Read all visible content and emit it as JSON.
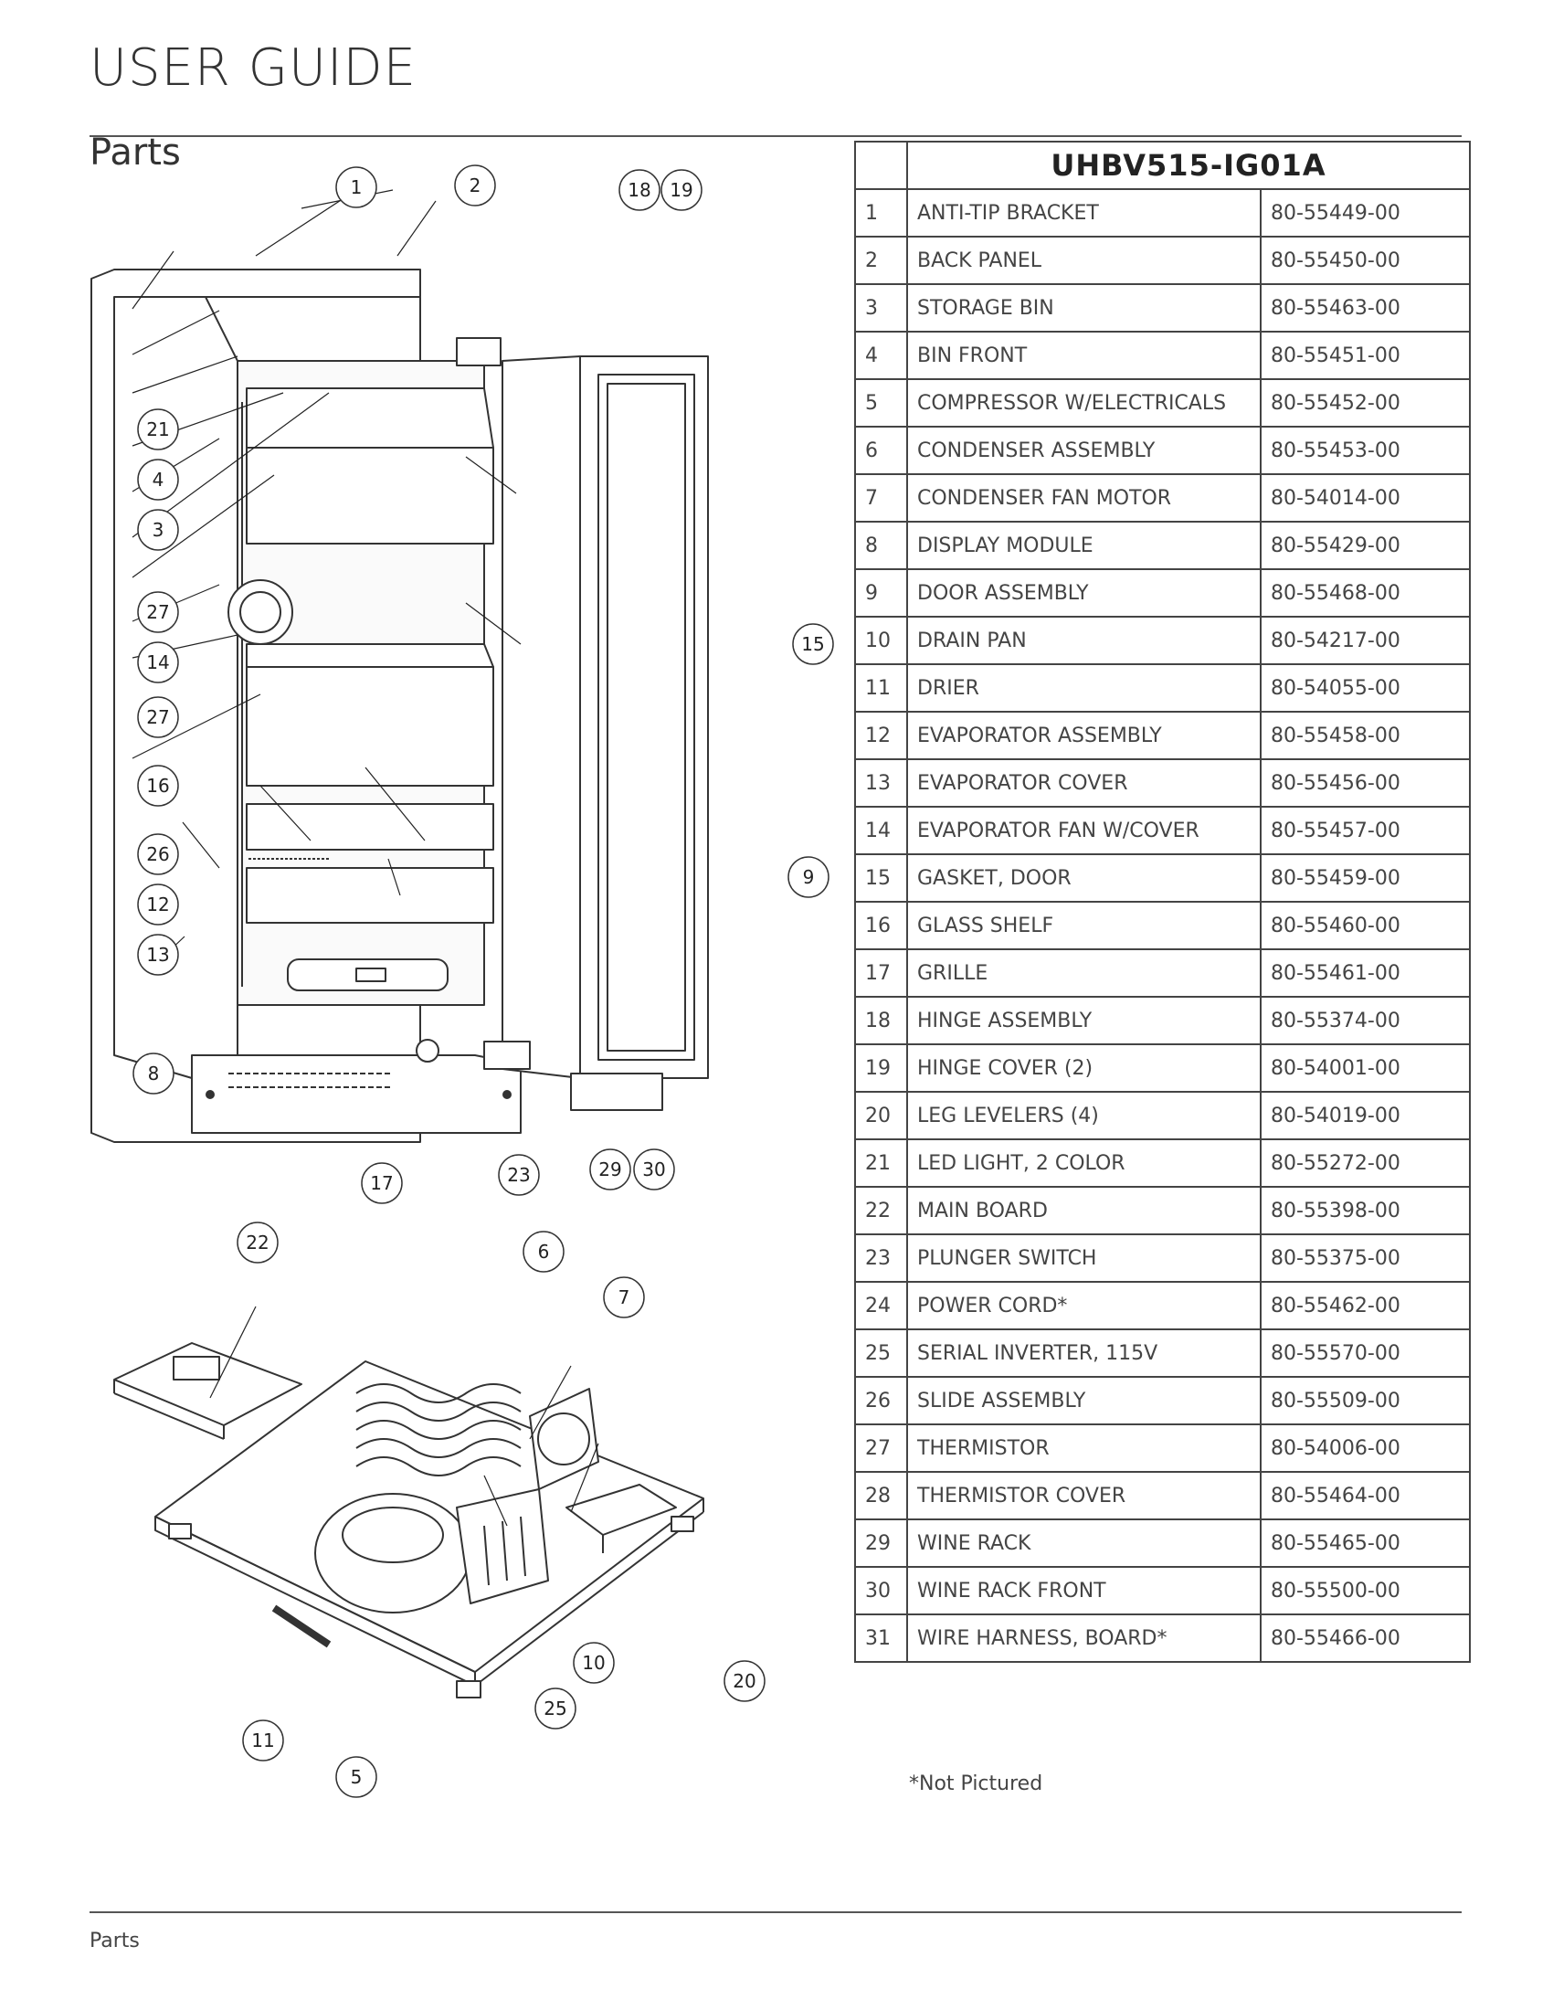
{
  "header": {
    "title": "USER GUIDE"
  },
  "section": {
    "title": "Parts"
  },
  "table": {
    "model": "UHBV515-IG01A",
    "rows": [
      {
        "num": "1",
        "name": "ANTI-TIP BRACKET",
        "part": "80-55449-00"
      },
      {
        "num": "2",
        "name": "BACK PANEL",
        "part": "80-55450-00"
      },
      {
        "num": "3",
        "name": "STORAGE BIN",
        "part": "80-55463-00"
      },
      {
        "num": "4",
        "name": "BIN FRONT",
        "part": "80-55451-00"
      },
      {
        "num": "5",
        "name": "COMPRESSOR W/ELECTRICALS",
        "part": "80-55452-00"
      },
      {
        "num": "6",
        "name": "CONDENSER ASSEMBLY",
        "part": "80-55453-00"
      },
      {
        "num": "7",
        "name": "CONDENSER FAN MOTOR",
        "part": "80-54014-00"
      },
      {
        "num": "8",
        "name": "DISPLAY MODULE",
        "part": "80-55429-00"
      },
      {
        "num": "9",
        "name": "DOOR ASSEMBLY",
        "part": "80-55468-00"
      },
      {
        "num": "10",
        "name": "DRAIN PAN",
        "part": "80-54217-00"
      },
      {
        "num": "11",
        "name": "DRIER",
        "part": "80-54055-00"
      },
      {
        "num": "12",
        "name": "EVAPORATOR ASSEMBLY",
        "part": "80-55458-00"
      },
      {
        "num": "13",
        "name": "EVAPORATOR COVER",
        "part": "80-55456-00"
      },
      {
        "num": "14",
        "name": "EVAPORATOR FAN W/COVER",
        "part": "80-55457-00"
      },
      {
        "num": "15",
        "name": "GASKET, DOOR",
        "part": "80-55459-00"
      },
      {
        "num": "16",
        "name": "GLASS SHELF",
        "part": "80-55460-00"
      },
      {
        "num": "17",
        "name": "GRILLE",
        "part": "80-55461-00"
      },
      {
        "num": "18",
        "name": "HINGE ASSEMBLY",
        "part": "80-55374-00"
      },
      {
        "num": "19",
        "name": "HINGE COVER (2)",
        "part": "80-54001-00"
      },
      {
        "num": "20",
        "name": "LEG LEVELERS (4)",
        "part": "80-54019-00"
      },
      {
        "num": "21",
        "name": "LED LIGHT, 2 COLOR",
        "part": "80-55272-00"
      },
      {
        "num": "22",
        "name": "MAIN BOARD",
        "part": "80-55398-00"
      },
      {
        "num": "23",
        "name": "PLUNGER SWITCH",
        "part": "80-55375-00"
      },
      {
        "num": "24",
        "name": "POWER CORD*",
        "part": "80-55462-00"
      },
      {
        "num": "25",
        "name": "SERIAL INVERTER, 115V",
        "part": "80-55570-00"
      },
      {
        "num": "26",
        "name": "SLIDE ASSEMBLY",
        "part": "80-55509-00"
      },
      {
        "num": "27",
        "name": "THERMISTOR",
        "part": "80-54006-00"
      },
      {
        "num": "28",
        "name": "THERMISTOR COVER",
        "part": "80-55464-00"
      },
      {
        "num": "29",
        "name": "WINE RACK",
        "part": "80-55465-00"
      },
      {
        "num": "30",
        "name": "WINE RACK FRONT",
        "part": "80-55500-00"
      },
      {
        "num": "31",
        "name": "WIRE HARNESS, BOARD*",
        "part": "80-55466-00"
      }
    ]
  },
  "diagram": {
    "callouts": [
      "1",
      "2",
      "18",
      "19",
      "21",
      "4",
      "3",
      "27",
      "14",
      "27",
      "16",
      "26",
      "12",
      "13",
      "8",
      "15",
      "9",
      "17",
      "23",
      "29",
      "30",
      "22",
      "6",
      "7",
      "10",
      "20",
      "25",
      "11",
      "5"
    ]
  },
  "footnote": "*Not Pictured",
  "footer": {
    "label": "Parts"
  }
}
